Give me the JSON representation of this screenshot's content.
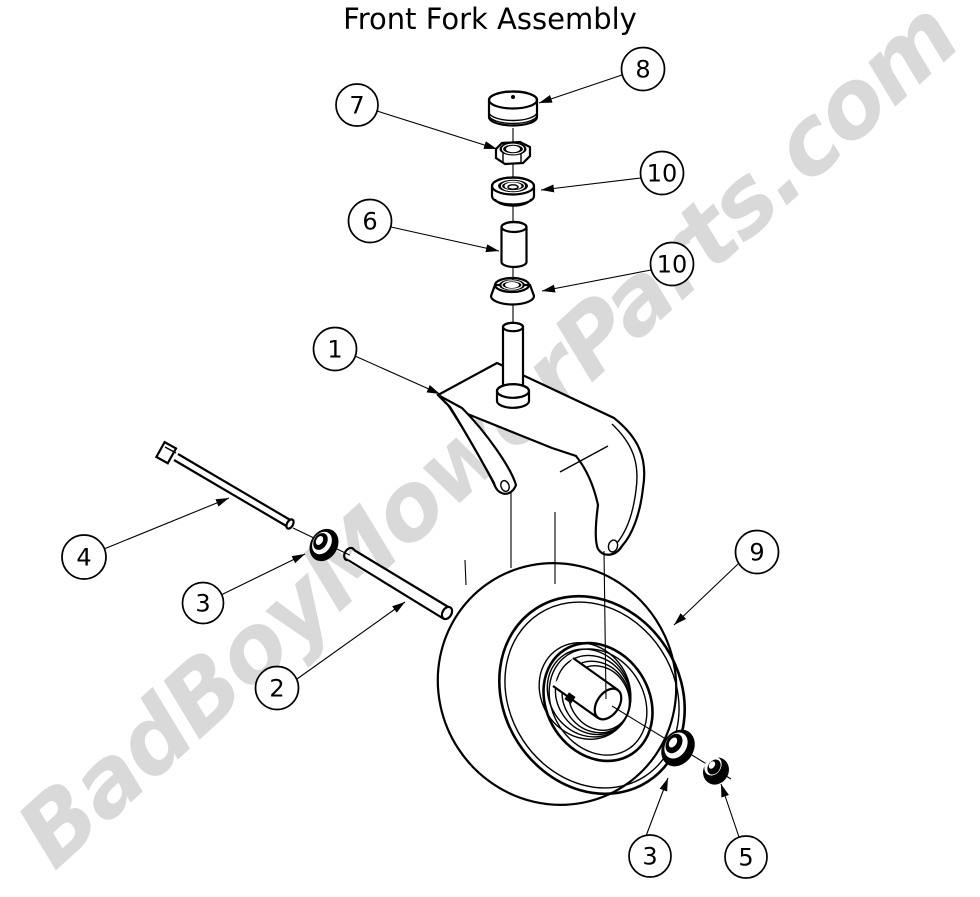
{
  "page": {
    "title": "Front Fork Assembly",
    "watermark": "BadBoyMowerParts.com"
  },
  "callouts": [
    {
      "label": "8"
    },
    {
      "label": "7"
    },
    {
      "label": "10"
    },
    {
      "label": "6"
    },
    {
      "label": "10"
    },
    {
      "label": "1"
    },
    {
      "label": "4"
    },
    {
      "label": "3"
    },
    {
      "label": "2"
    },
    {
      "label": "9"
    },
    {
      "label": "3"
    },
    {
      "label": "5"
    }
  ],
  "colors": {
    "ink": "#000000",
    "watermark": "#d9d9d9",
    "paper": "#ffffff"
  }
}
